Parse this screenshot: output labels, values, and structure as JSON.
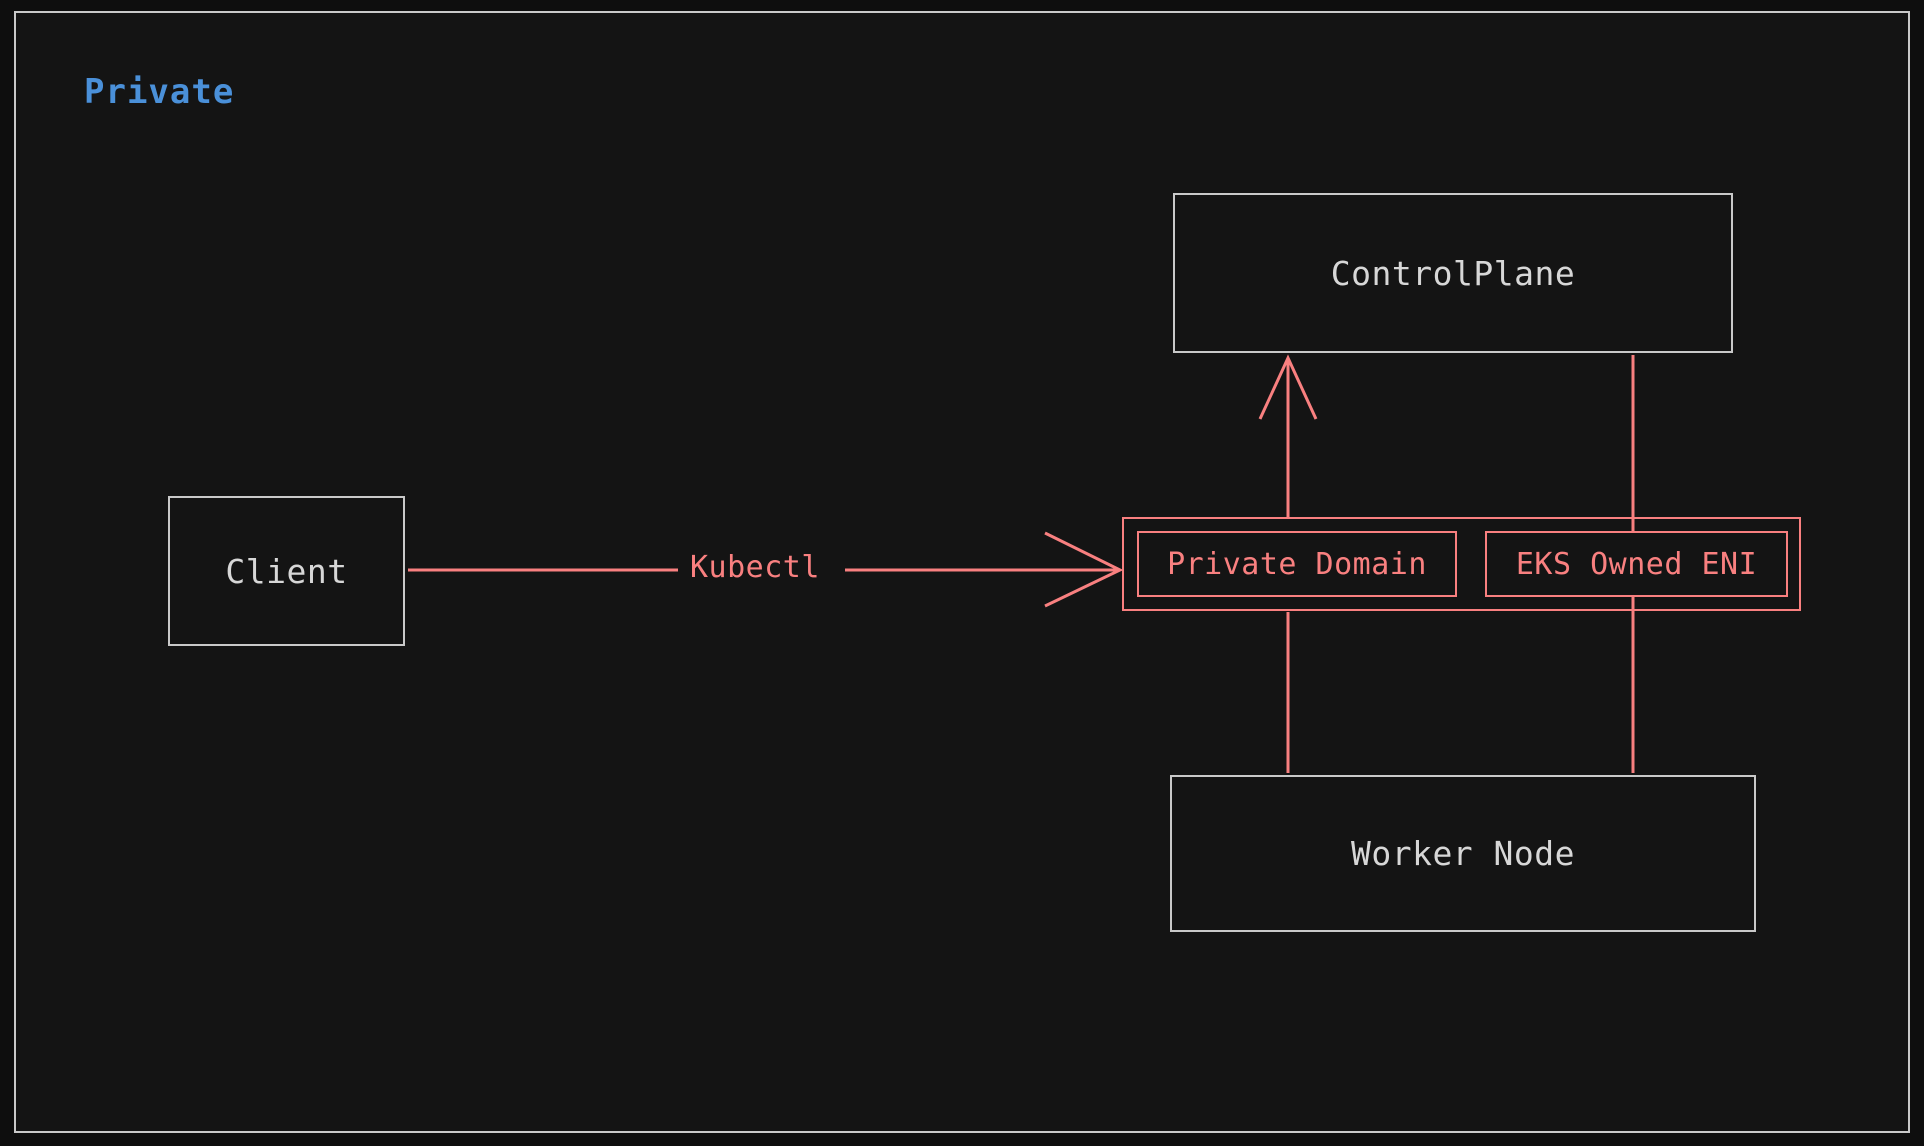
{
  "diagram": {
    "type": "architecture-diagram",
    "title": "Private",
    "background_color": "#141414",
    "outer_frame_color": "#c9c9c9",
    "cluster": {
      "label": "Private",
      "label_color": "#4a90d9"
    },
    "node_color": "#c9c9c9",
    "node_text_color": "#d7d7d7",
    "accent_color": "#f98080",
    "nodes": [
      {
        "id": "controlplane",
        "label": "ControlPlane",
        "style": "plain"
      },
      {
        "id": "client",
        "label": "Client",
        "style": "plain"
      },
      {
        "id": "worker",
        "label": "Worker Node",
        "style": "plain"
      },
      {
        "id": "private-domain",
        "label": "Private Domain",
        "style": "highlight"
      },
      {
        "id": "eks-owned-eni",
        "label": "EKS Owned ENI",
        "style": "highlight"
      }
    ],
    "group_box": {
      "id": "endpoint-group",
      "members": [
        "private-domain",
        "eks-owned-eni"
      ],
      "color": "#f98080"
    },
    "edges": [
      {
        "id": "client-to-endpoint",
        "from": "client",
        "to": "private-domain",
        "label": "Kubectl",
        "arrow": "open",
        "direction": "right",
        "color": "#f98080"
      },
      {
        "id": "endpoint-to-controlplane",
        "from": "private-domain",
        "to": "controlplane",
        "label": "",
        "arrow": "open",
        "direction": "up",
        "color": "#f98080"
      },
      {
        "id": "worker-to-endpoint-left",
        "from": "worker",
        "to": "private-domain",
        "label": "",
        "arrow": "none",
        "direction": "up",
        "color": "#f98080"
      },
      {
        "id": "worker-to-controlplane-right",
        "from": "worker",
        "to": "controlplane",
        "label": "",
        "arrow": "none",
        "direction": "up",
        "color": "#f98080"
      }
    ]
  }
}
